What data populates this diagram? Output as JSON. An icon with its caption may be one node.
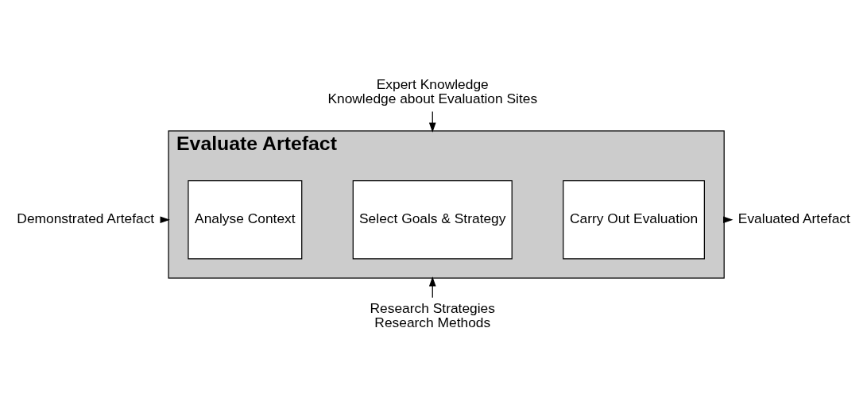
{
  "diagram": {
    "nodes": [
      {
        "text": [
          "Research Strategies",
          "Research Methods"
        ]
      },
      {
        "text": [
          "Demonstrated Artefact"
        ]
      },
      {
        "text": [
          "Evaluate Artefact"
        ]
      },
      {
        "text": [
          "Analyse Context"
        ],
        "in": 2
      },
      {
        "text": [
          "Select Goals & Strategy"
        ],
        "in": 2
      },
      {
        "text": [
          "Carry Out Evaluation"
        ],
        "in": 2
      },
      {
        "text": [
          "Evaluated Artefact"
        ]
      },
      {
        "text": [
          "Expert Knowledge",
          "Knowledge about Evaluation Sites"
        ]
      }
    ],
    "edges": [
      {
        "from": 0,
        "to": 2,
        "arrow": "to"
      },
      {
        "from": 1,
        "to": 2,
        "arrow": "to"
      },
      {
        "from": 2,
        "to": 6,
        "arrow": "to"
      },
      {
        "from": 7,
        "to": 2,
        "arrow": "to"
      }
    ]
  }
}
